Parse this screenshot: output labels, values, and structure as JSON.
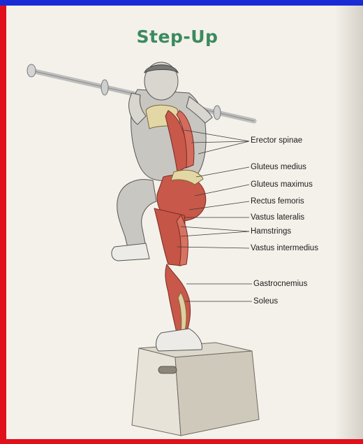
{
  "title": "Step-Up",
  "muscle_labels": [
    "Erector spinae",
    "Gluteus medius",
    "Gluteus maximus",
    "Rectus femoris",
    "Vastus lateralis",
    "Hamstrings",
    "Vastus intermedius",
    "Gastrocnemius",
    "Soleus"
  ],
  "colors": {
    "border": "#e0111c",
    "top_bar": "#1a2bd6",
    "page": "#f4f1ea",
    "title": "#3b8a5f",
    "muscle": "#c8584a"
  }
}
